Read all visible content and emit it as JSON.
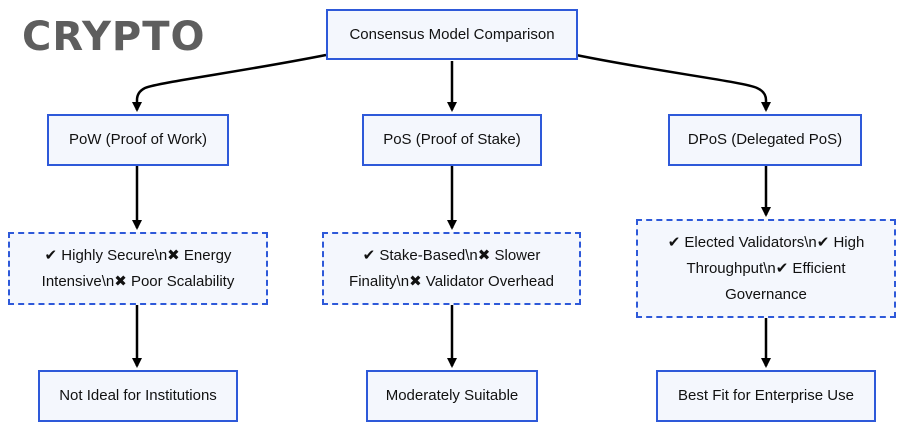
{
  "logo": {
    "text": "CRYPTO"
  },
  "diagram": {
    "root": "Consensus Model Comparison",
    "models": [
      {
        "name": "PoW (Proof of Work)",
        "traits": "✔ Highly Secure\\n✖ Energy Intensive\\n✖ Poor Scalability",
        "verdict": "Not Ideal for Institutions"
      },
      {
        "name": "PoS (Proof of Stake)",
        "traits": "✔ Stake-Based\\n✖ Slower Finality\\n✖ Validator Overhead",
        "verdict": "Moderately Suitable"
      },
      {
        "name": "DPoS (Delegated PoS)",
        "traits": "✔ Elected Validators\\n✔ High Throughput\\n✔ Efficient Governance",
        "verdict": "Best Fit for Enterprise Use"
      }
    ]
  },
  "colors": {
    "border": "#2e59d9",
    "fill": "#f4f7fd",
    "arrow": "#000000",
    "logo": "#5e5e5e"
  }
}
